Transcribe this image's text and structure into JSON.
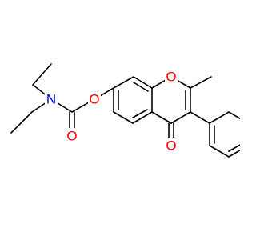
{
  "molecule": {
    "atoms": {
      "n1": {
        "symbol": "N",
        "color": "#0000ff"
      },
      "o_carbonyl_carbamate": {
        "symbol": "O",
        "color": "#ff0000"
      },
      "o_ester": {
        "symbol": "O",
        "color": "#ff0000"
      },
      "o_ring": {
        "symbol": "O",
        "color": "#ff0000"
      },
      "o_ketone": {
        "symbol": "O",
        "color": "#ff0000"
      }
    }
  }
}
